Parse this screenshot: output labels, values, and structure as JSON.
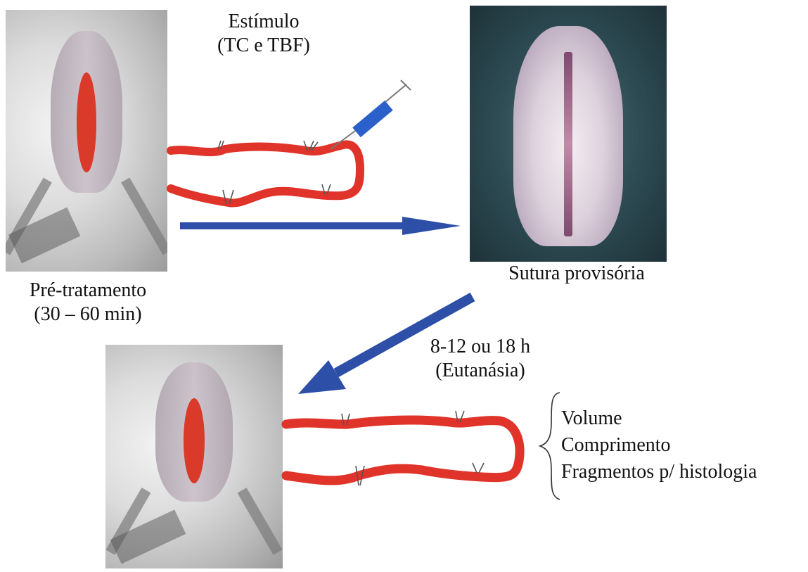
{
  "diagram": {
    "stimulus_label": {
      "line1": "Estímulo",
      "line2": "(TC e TBF)"
    },
    "pretreatment_label": {
      "line1": "Pré-tratamento",
      "line2": "(30 – 60 min)"
    },
    "suture_label": "Sutura provisória",
    "euthanasia_label": {
      "line1": "8-12 ou 18 h",
      "line2": "(Eutanásia)"
    },
    "outcomes": [
      "Volume",
      "Comprimento",
      "Fragmentos p/ histologia"
    ],
    "colors": {
      "arrow": "#2d4fa8",
      "intestine": "#e0332a",
      "syringe": "#2b5fc9"
    }
  }
}
